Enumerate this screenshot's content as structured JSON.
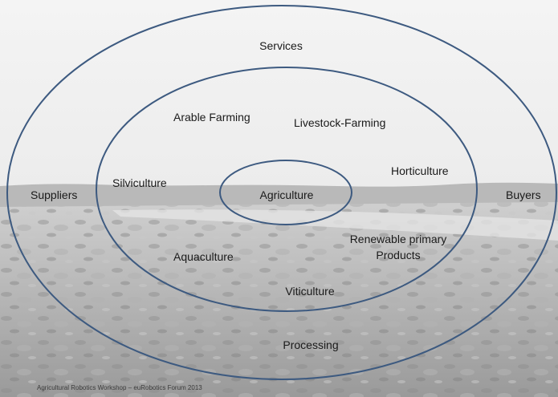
{
  "diagram": {
    "outer_ring": {
      "top": "Services",
      "left": "Suppliers",
      "right": "Buyers",
      "bottom": "Processing"
    },
    "middle_ring": {
      "items": [
        "Arable Farming",
        "Livestock-Farming",
        "Silviculture",
        "Horticulture",
        "Aquaculture",
        "Renewable primary",
        "Products",
        "Viticulture"
      ]
    },
    "core": "Agriculture",
    "ellipse_color": "#3d5a80"
  },
  "footer": "Agricultural Robotics Workshop – euRobotics Forum 2013"
}
